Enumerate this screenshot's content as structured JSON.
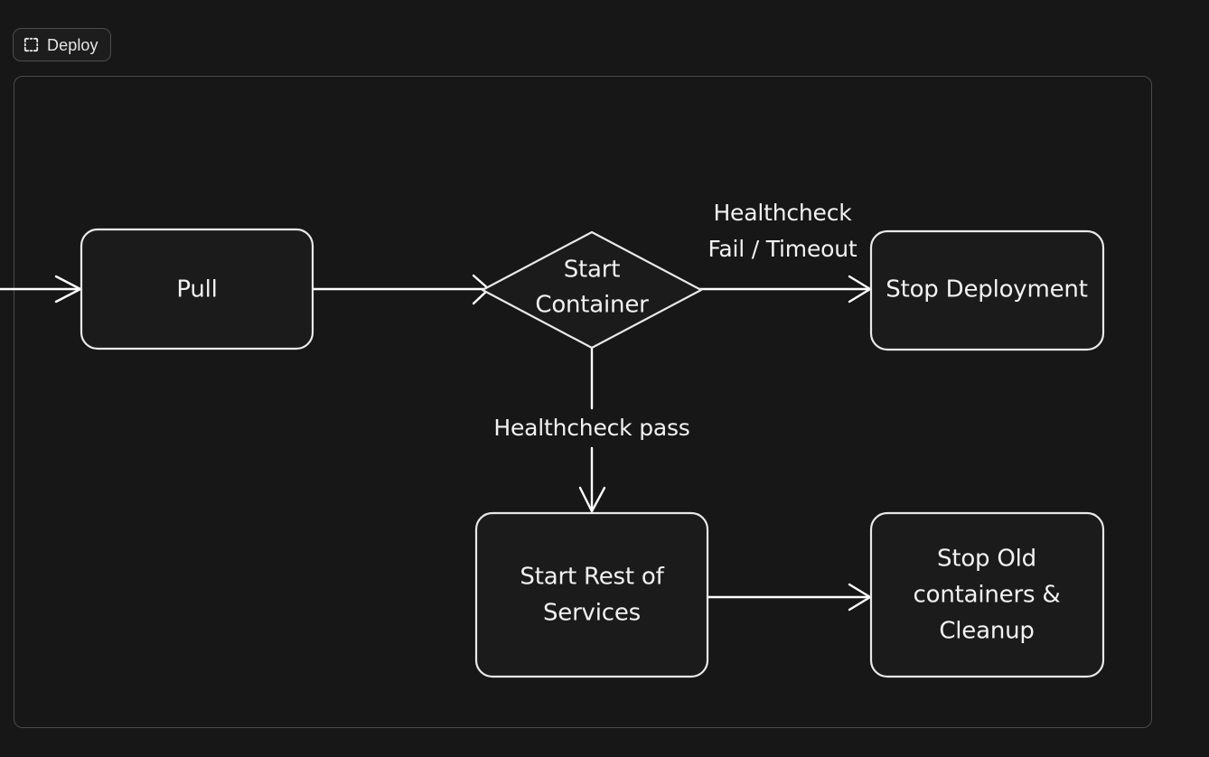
{
  "frame": {
    "label": "Deploy",
    "icon": "frame-dashed-icon"
  },
  "diagram": {
    "title": "Deploy",
    "type": "flowchart",
    "nodes": [
      {
        "id": "pull",
        "label": "Pull",
        "shape": "rounded-rect"
      },
      {
        "id": "start",
        "label": "Start\nContainer",
        "shape": "diamond"
      },
      {
        "id": "stopdeploy",
        "label": "Stop Deployment",
        "shape": "rounded-rect"
      },
      {
        "id": "startrest",
        "label": "Start Rest of\nServices",
        "shape": "rounded-rect"
      },
      {
        "id": "stopold",
        "label": "Stop Old\ncontainers &\nCleanup",
        "shape": "rounded-rect"
      }
    ],
    "node_labels": {
      "pull": "Pull",
      "start_line1": "Start",
      "start_line2": "Container",
      "stopdeploy": "Stop Deployment",
      "startrest_line1": "Start Rest of",
      "startrest_line2": "Services",
      "stopold_line1": "Stop Old",
      "stopold_line2": "containers &",
      "stopold_line3": "Cleanup"
    },
    "edges": [
      {
        "id": "e0",
        "from": "",
        "to": "pull",
        "label": ""
      },
      {
        "id": "e1",
        "from": "pull",
        "to": "start",
        "label": ""
      },
      {
        "id": "e2",
        "from": "start",
        "to": "stopdeploy",
        "label": "Healthcheck\nFail / Timeout"
      },
      {
        "id": "e3",
        "from": "start",
        "to": "startrest",
        "label": "Healthcheck pass"
      },
      {
        "id": "e4",
        "from": "startrest",
        "to": "stopold",
        "label": ""
      }
    ],
    "edge_labels": {
      "fail_line1": "Healthcheck",
      "fail_line2": "Fail / Timeout",
      "pass": "Healthcheck pass"
    },
    "colors": {
      "background": "#171717",
      "node_fill": "#1b1b1b",
      "stroke": "#e9e9e9",
      "edge": "#ffffff",
      "text": "#f2f2f2",
      "frame_border": "#4a4a4a"
    }
  }
}
